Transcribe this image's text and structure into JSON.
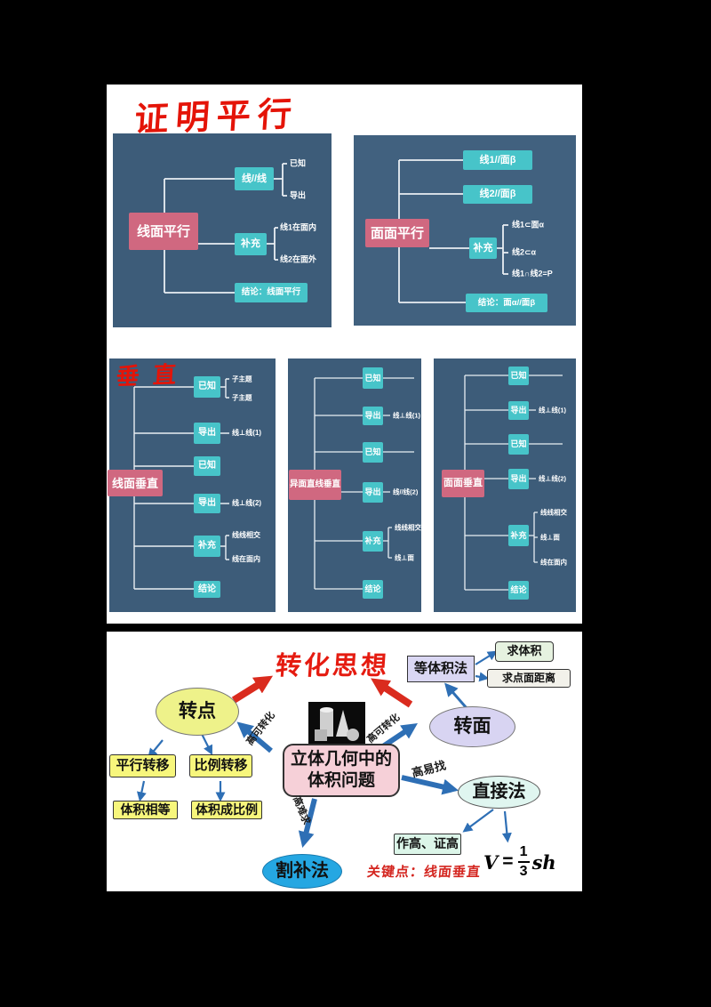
{
  "titles": {
    "parallel": "证明平行",
    "perpendicular": "垂 直"
  },
  "p1": {
    "root": "线面平行",
    "b1": "线//线",
    "b1c1": "已知",
    "b1c2": "导出",
    "b2": "补充",
    "b2c1": "线1在面内",
    "b2c2": "线2在面外",
    "b3": "结论：线面平行"
  },
  "p2": {
    "root": "面面平行",
    "b1": "线1//面β",
    "b2": "线2//面β",
    "b3": "补充",
    "b3c1": "线1⊂面α",
    "b3c2": "线2⊂α",
    "b3c3": "线1∩线2=P",
    "b4": "结论：面α//面β"
  },
  "pa": {
    "root": "线面垂直",
    "n1": "已知",
    "n2": "导出",
    "n3": "已知",
    "n4": "导出",
    "n5": "补充",
    "n6": "结论",
    "n1c1": "子主题",
    "n1c2": "子主题",
    "n2c": "线⊥线(1)",
    "n4c": "线⊥线(2)",
    "n5c1": "线线相交",
    "n5c2": "线在面内"
  },
  "pb": {
    "root": "异面直线垂直",
    "n1": "已知",
    "n2": "导出",
    "n3": "已知",
    "n4": "导出",
    "n5": "补充",
    "n6": "结论",
    "n2c": "线⊥线(1)",
    "n4c": "线//线(2)",
    "n5c1": "线线相交",
    "n5c2": "线⊥面"
  },
  "pc": {
    "root": "面面垂直",
    "n1": "已知",
    "n2": "导出",
    "n3": "已知",
    "n4": "导出",
    "n5": "补充",
    "n6": "结论",
    "n2c": "线⊥线(1)",
    "n4c": "线⊥线(2)",
    "n5c1": "线线相交",
    "n5c2": "线⊥面",
    "n5c3": "线在面内"
  },
  "mm": {
    "title": "转化思想",
    "equal_volume_method": "等体积法",
    "find_volume": "求体积",
    "find_point_plane_distance": "求点面距离",
    "turn_point": "转点",
    "turn_face": "转面",
    "parallel_transfer": "平行转移",
    "ratio_transfer": "比例转移",
    "volume_equal": "体积相等",
    "volume_proportional": "体积成比例",
    "center_line1": "立体几何中的",
    "center_line2": "体积问题",
    "convertible_left": "高可转化",
    "convertible_right": "高可转化",
    "height_easy": "高易找",
    "height_hard": "高难求",
    "direct_method": "直接法",
    "make_prove_height": "作高、证高",
    "cut_complement": "割补法",
    "key_point": "关键点：线面垂直",
    "formula_v": "V",
    "formula_eq": "=",
    "formula_num": "1",
    "formula_den": "3",
    "formula_sh": "sh"
  },
  "colors": {
    "panel_bg": "#3d5c79",
    "teal": "#47c4c9",
    "rose": "#d06880",
    "red_title": "#e41408",
    "blue_arrow": "#2e6fb5",
    "red_arrow": "#da2b1e"
  }
}
